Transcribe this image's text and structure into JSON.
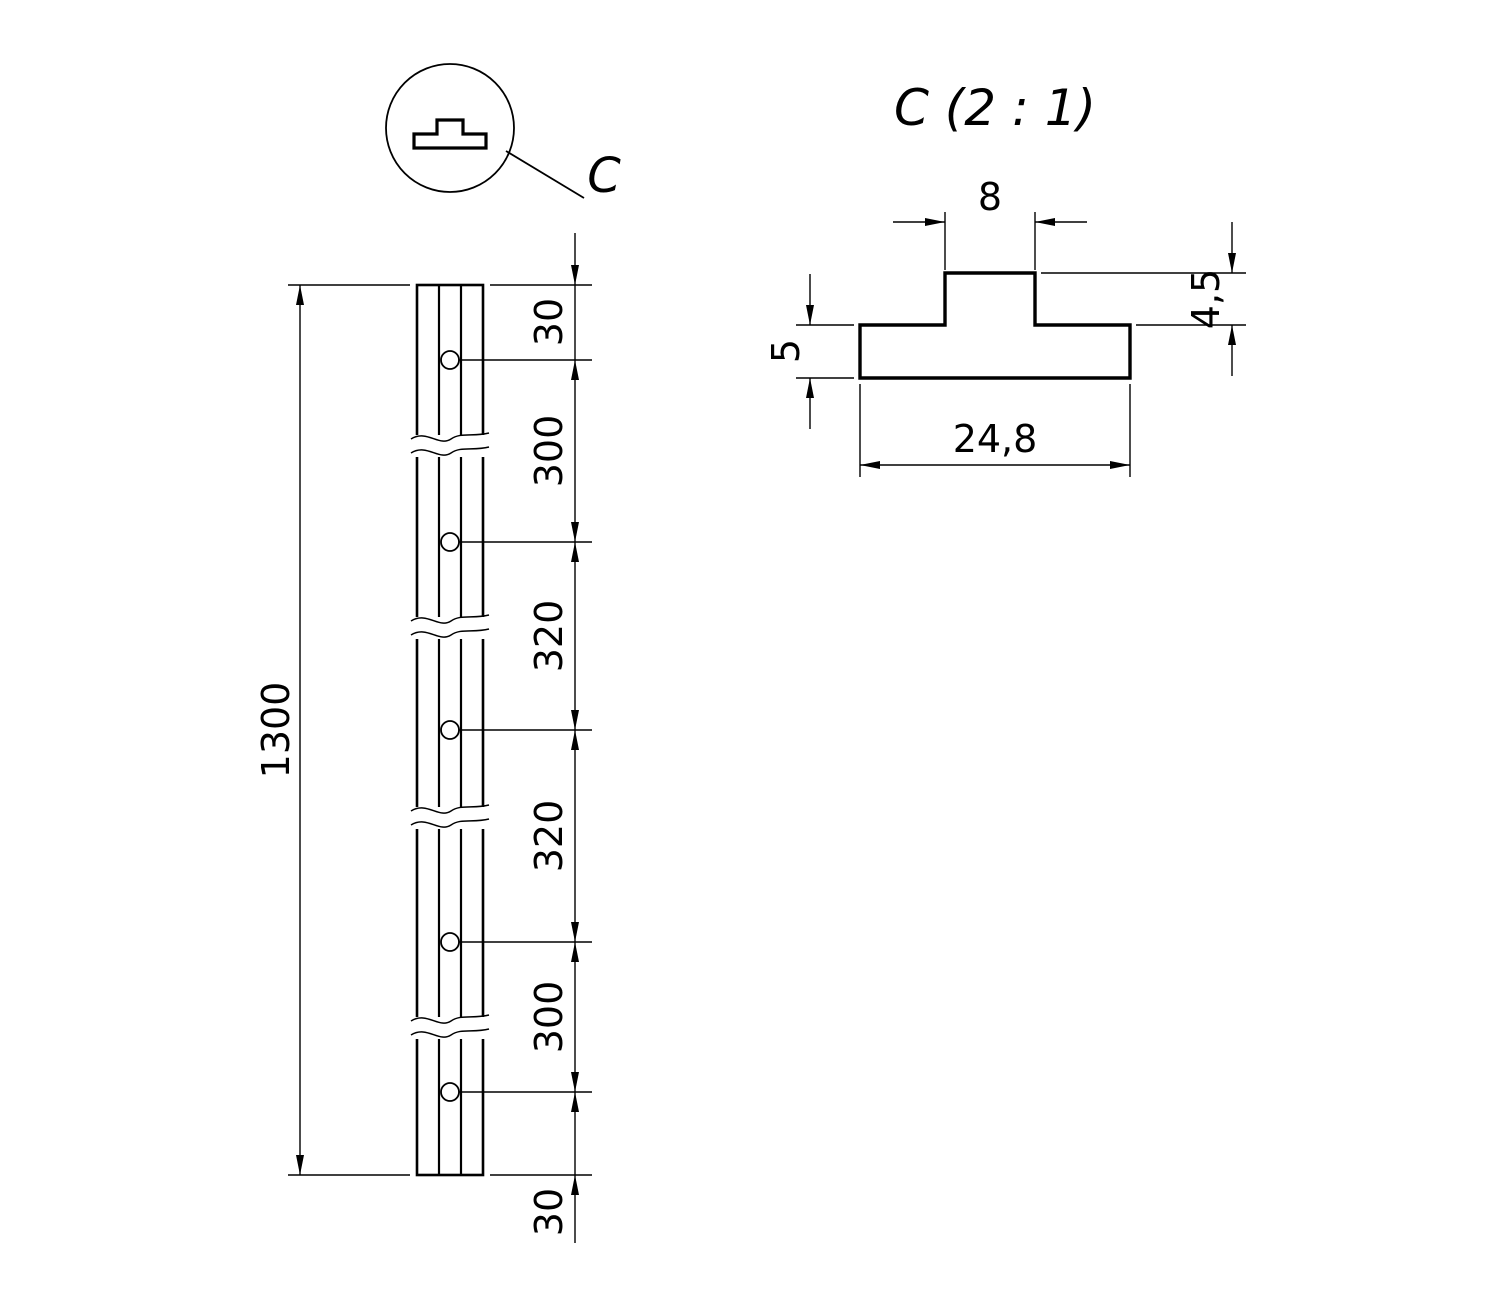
{
  "drawing": {
    "detail_callout": {
      "label": "C"
    },
    "detail_view": {
      "title": "C (2 : 1)",
      "dimensions": {
        "boss_width": "8",
        "boss_height": "4,5",
        "base_thickness": "5",
        "base_width": "24,8"
      }
    },
    "front_view": {
      "overall_length": "1300",
      "hole_spacing": [
        "30",
        "300",
        "320",
        "320",
        "300",
        "30"
      ]
    }
  },
  "colors": {
    "ink": "#000000",
    "background": "#ffffff"
  }
}
